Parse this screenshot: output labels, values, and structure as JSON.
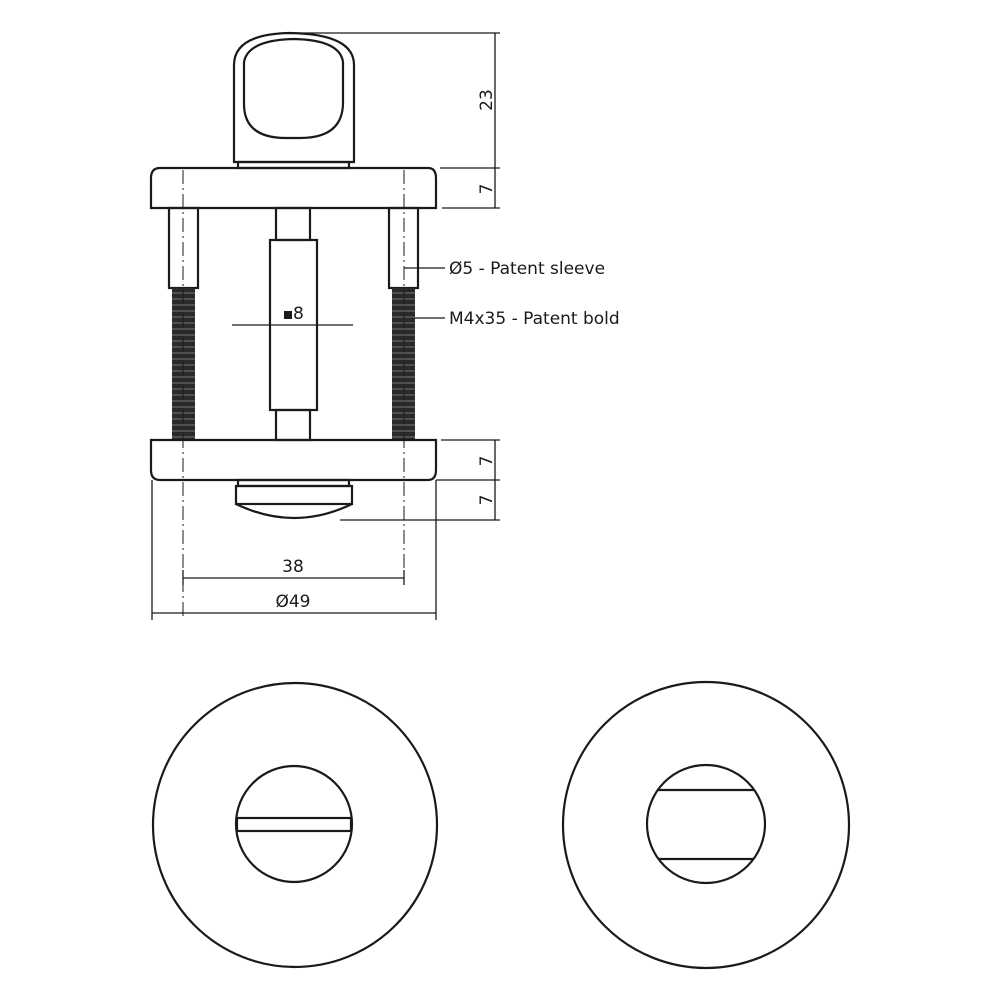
{
  "drawing": {
    "type": "technical-drawing",
    "subject": "WC thumbturn / release rosette set",
    "line_color": "#1a1a1a",
    "background": "#ffffff"
  },
  "dimensions": {
    "knob_height": "23",
    "top_rose_thickness": "7",
    "bottom_rose_thickness": "7",
    "release_height": "7",
    "bolt_spacing": "38",
    "rose_diameter": "Ø49",
    "spindle": "8"
  },
  "callouts": [
    {
      "label": "Ø5 - Patent sleeve"
    },
    {
      "label": "M4x35 - Patent bold"
    }
  ],
  "views": [
    {
      "name": "side-view"
    },
    {
      "name": "front-view-release"
    },
    {
      "name": "front-view-thumbturn"
    }
  ]
}
